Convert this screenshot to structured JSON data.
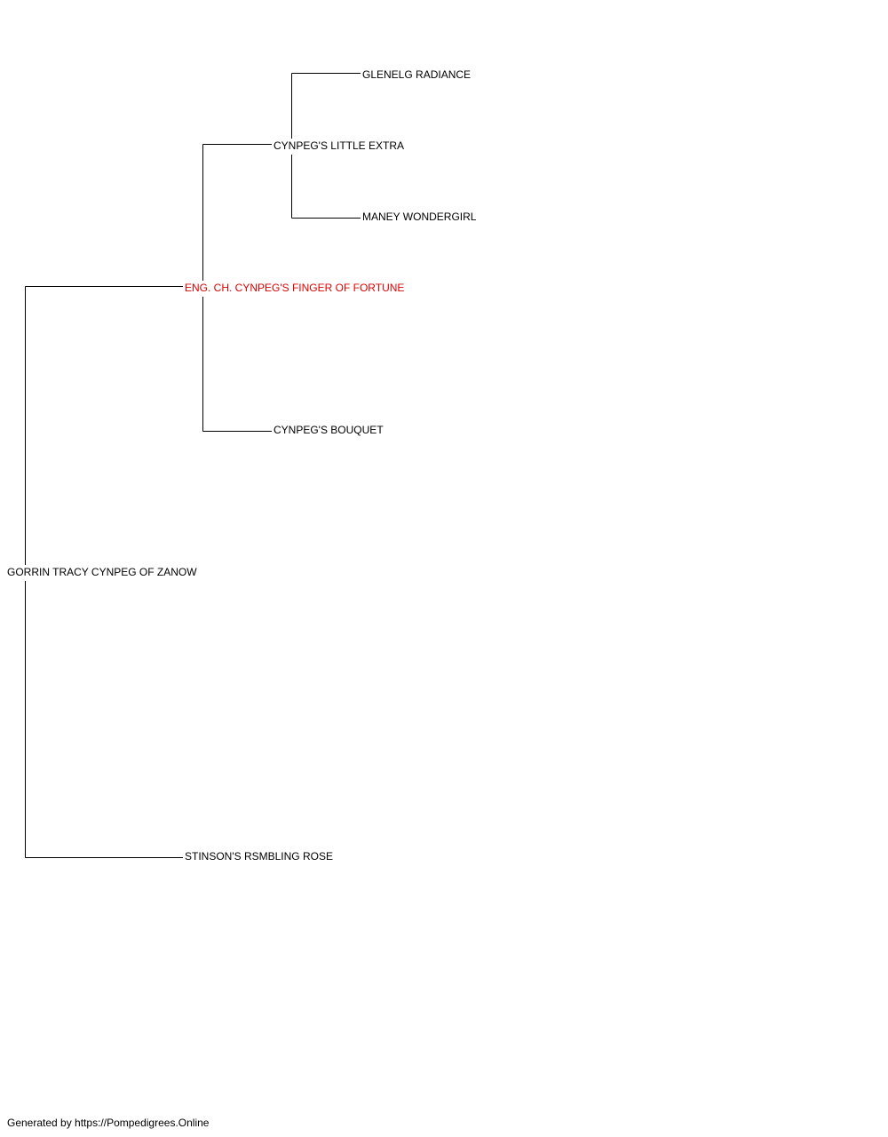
{
  "pedigree": {
    "subject": "GORRIN TRACY CYNPEG OF ZANOW",
    "sire": "ENG. CH. CYNPEG'S FINGER OF FORTUNE",
    "dam": "STINSON'S RSMBLING ROSE",
    "sire_sire": "CYNPEG'S LITTLE EXTRA",
    "sire_dam": "CYNPEG'S BOUQUET",
    "sire_sire_sire": "GLENELG RADIANCE",
    "sire_sire_dam": "MANEY WONDERGIRL"
  },
  "highlight_color": "#e00000",
  "footer": {
    "text": "Generated by https://Pompedigrees.Online"
  }
}
